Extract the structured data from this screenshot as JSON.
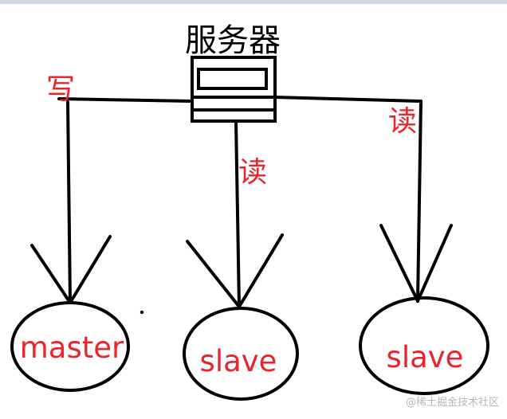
{
  "diagram": {
    "server": {
      "label": "服务器"
    },
    "edges": {
      "write_label": "写",
      "read_center_label": "读",
      "read_right_label": "读"
    },
    "nodes": [
      {
        "id": "master",
        "label": "master"
      },
      {
        "id": "slave1",
        "label": "slave"
      },
      {
        "id": "slave2",
        "label": "slave"
      }
    ],
    "colors": {
      "stroke": "#000000",
      "label_red": "#e8242c",
      "top_strip": "#cfd6dd"
    }
  },
  "watermark": {
    "text": "@稀土掘金技术社区"
  }
}
